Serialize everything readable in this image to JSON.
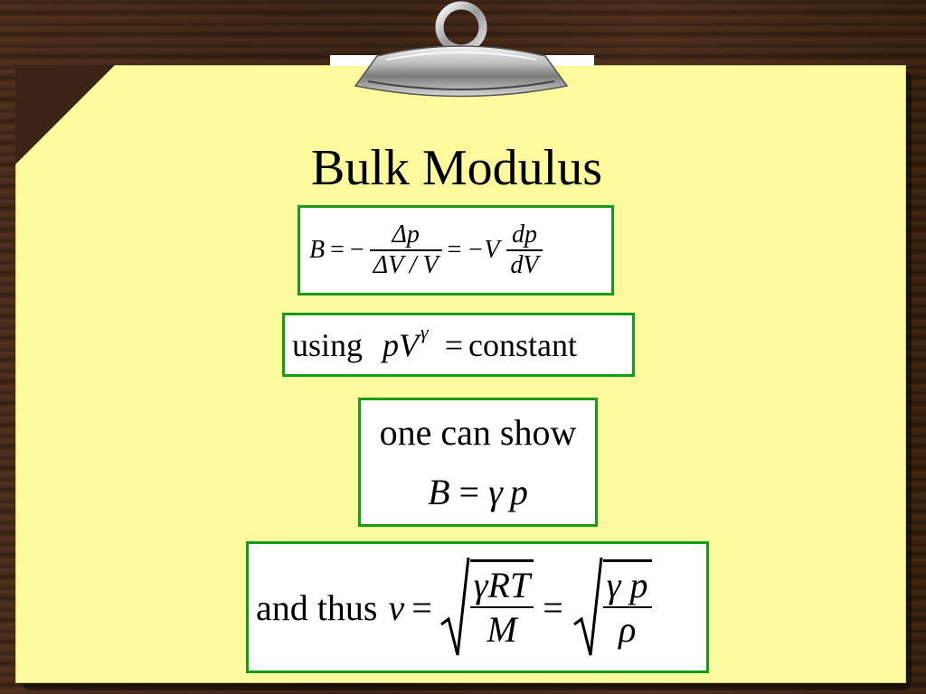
{
  "title": "Bulk Modulus",
  "eq1": {
    "lhs": "B",
    "eq_sign": "=",
    "minus": "−",
    "num1": "Δp",
    "den1": "ΔV / V",
    "eq_sign2": "=",
    "neg_v": "−V",
    "num2": "dp",
    "den2": "dV"
  },
  "eq2": {
    "word": "using",
    "p": "p",
    "V": "V",
    "gamma_exp": "γ",
    "eq_sign": "=",
    "rhs": "constant"
  },
  "eq3": {
    "text": "one can show",
    "lhs": "B",
    "eq_sign": "=",
    "gamma": "γ",
    "p": "p"
  },
  "eq4": {
    "text": "and thus",
    "v": "v",
    "eq_sign": "=",
    "num1": "γRT",
    "den1": "M",
    "eq_sign2": "=",
    "num2": "γ p",
    "den2": "ρ"
  },
  "colors": {
    "paper": "#fefa9e",
    "box_border": "#1a9a1a",
    "wood": "#3b2416"
  },
  "icons": [
    "binder-clip-icon"
  ]
}
